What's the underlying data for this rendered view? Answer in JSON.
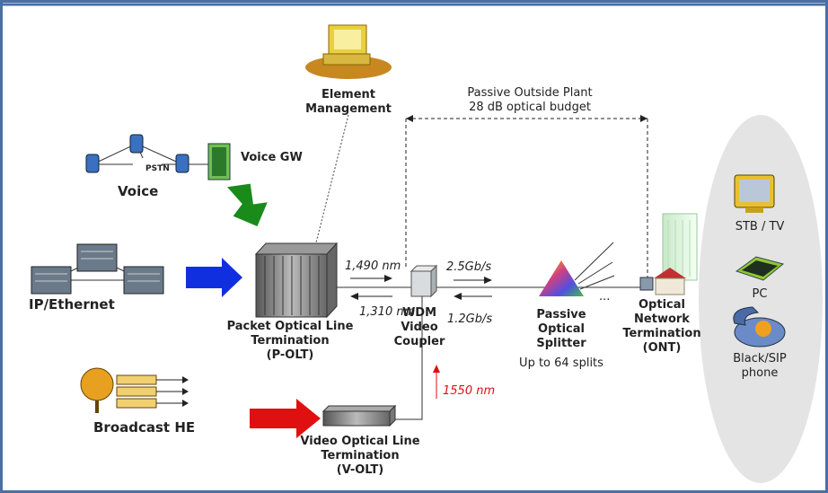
{
  "element_mgmt": {
    "line1": "Element",
    "line2": "Management"
  },
  "outside_plant": {
    "line1": "Passive Outside Plant",
    "line2": "28 dB optical budget"
  },
  "voice": {
    "label": "Voice",
    "pstn": "PSTN",
    "gw": "Voice GW"
  },
  "ip": {
    "label": "IP/Ethernet"
  },
  "polt": {
    "line1": "Packet Optical Line",
    "line2": "Termination",
    "line3": "(P-OLT)"
  },
  "wavelengths": {
    "down": "1,490 nm",
    "up": "1,310 nm",
    "video": "1550 nm"
  },
  "rates": {
    "down": "2.5Gb/s",
    "up": "1.2Gb/s"
  },
  "wdm": {
    "line1": "WDM",
    "line2": "Video",
    "line3": "Coupler"
  },
  "splitter": {
    "line1": "Passive",
    "line2": "Optical",
    "line3": "Splitter",
    "line4": "Up to 64 splits",
    "dots": "..."
  },
  "ont": {
    "line1": "Optical",
    "line2": "Network",
    "line3": "Termination",
    "line4": "(ONT)"
  },
  "devices": {
    "tv": "STB / TV",
    "pc": "PC",
    "phone1": "Black/SIP",
    "phone2": "phone"
  },
  "broadcast": {
    "label": "Broadcast HE"
  },
  "volt": {
    "line1": "Video Optical Line",
    "line2": "Termination",
    "line3": "(V-OLT)"
  },
  "colors": {
    "frame": "#4a6fa5",
    "video_red": "#e01010",
    "arrow_blue": "#1030e0",
    "arrow_green": "#1a8a1a",
    "oval": "#e4e4e4"
  }
}
